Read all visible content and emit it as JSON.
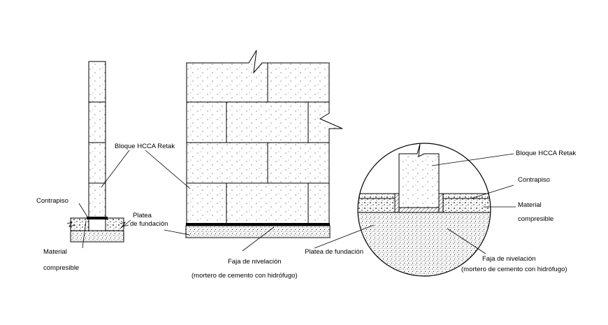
{
  "labels": {
    "bloque": "Bloque HCCA Retak",
    "contrapiso": "Contrapiso",
    "platea_line1": "Platea",
    "platea_line2": "de fundación",
    "material_line1": "Material",
    "material_line2": "compresible",
    "faja": "Faja de nivelación",
    "mortero": "(mortero de cemento con hidrófugo)",
    "platea_fundacion": "Platea de fundación",
    "detail_bloque": "Bloque HCCA Retak",
    "detail_contrapiso": "Contrapiso",
    "detail_material_line1": "Material",
    "detail_material_line2": "compresible",
    "detail_faja": "Faja de nivelación",
    "detail_mortero": "(mortero de cemento con hidrófugo)"
  }
}
